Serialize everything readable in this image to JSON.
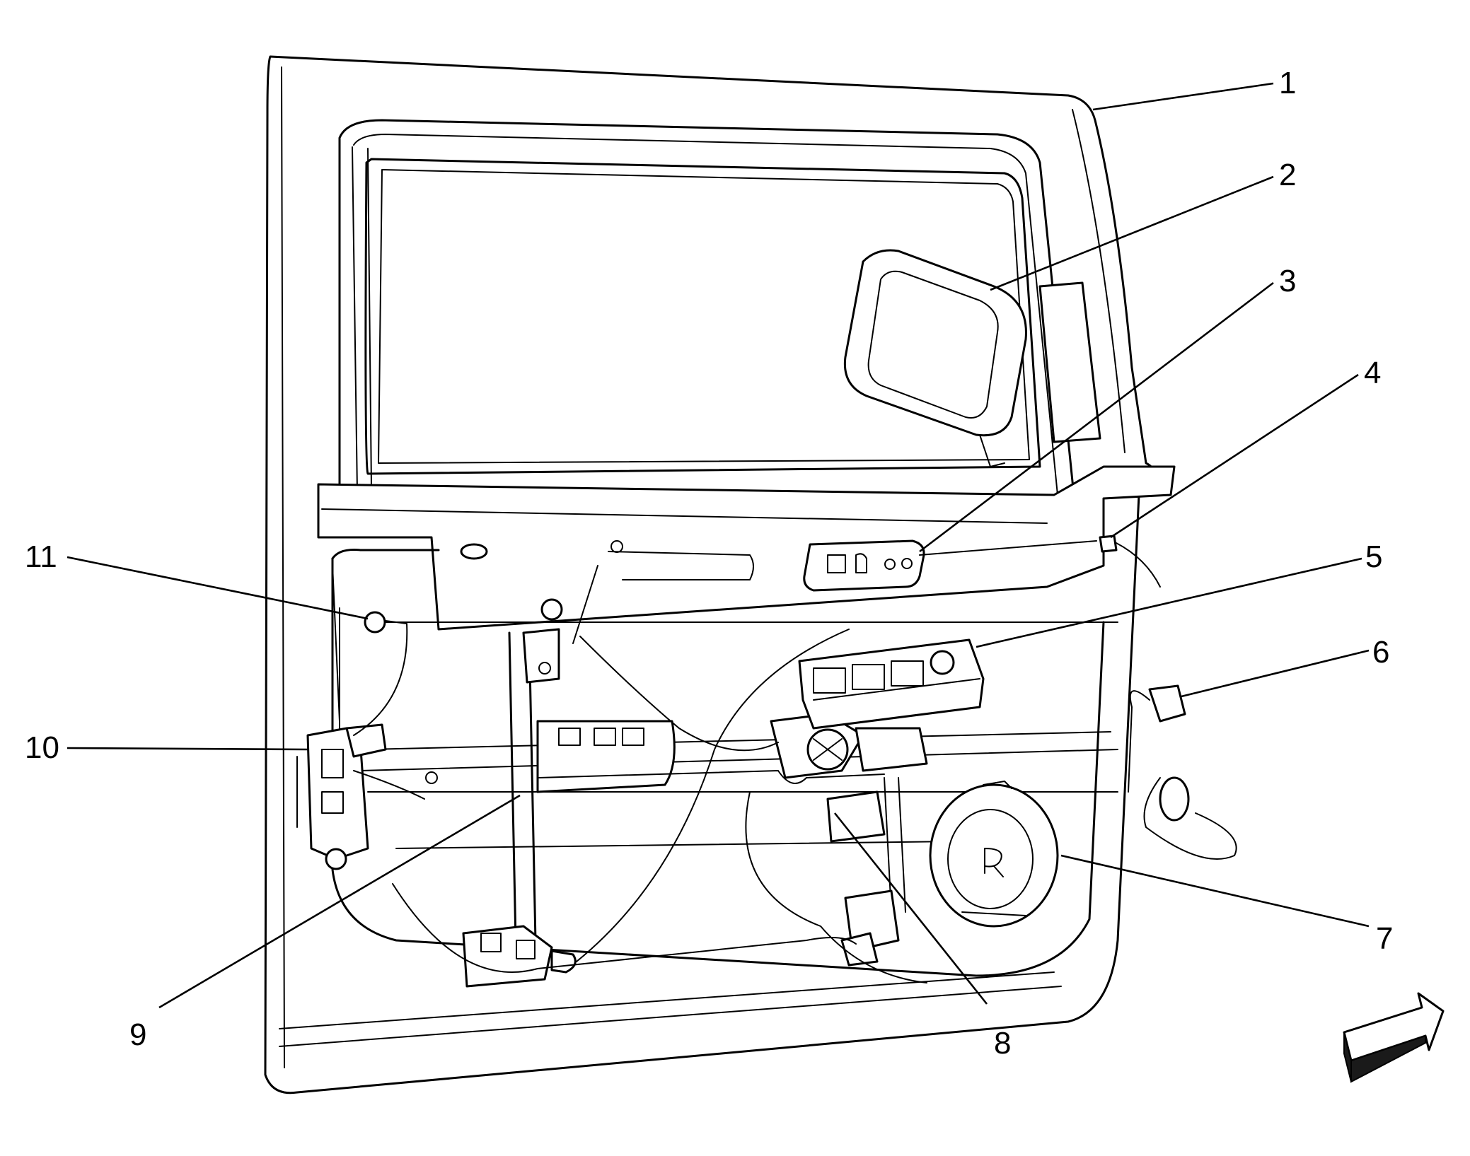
{
  "callouts": [
    {
      "id": "1",
      "label": "1"
    },
    {
      "id": "2",
      "label": "2"
    },
    {
      "id": "3",
      "label": "3"
    },
    {
      "id": "4",
      "label": "4"
    },
    {
      "id": "5",
      "label": "5"
    },
    {
      "id": "6",
      "label": "6"
    },
    {
      "id": "7",
      "label": "7"
    },
    {
      "id": "8",
      "label": "8"
    },
    {
      "id": "9",
      "label": "9"
    },
    {
      "id": "10",
      "label": "10"
    },
    {
      "id": "11",
      "label": "11"
    }
  ],
  "icons": {
    "orientation": "forward-arrow-icon"
  }
}
